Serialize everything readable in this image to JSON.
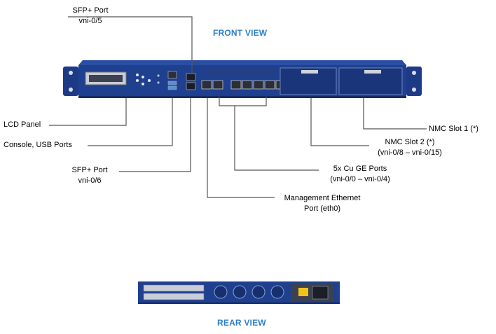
{
  "views": {
    "front": "FRONT VIEW",
    "rear": "REAR VIEW"
  },
  "callouts": {
    "sfp_top": {
      "line1": "SFP+ Port",
      "line2": "vni-0/5"
    },
    "lcd": {
      "line1": "LCD Panel"
    },
    "console": {
      "line1": "Console, USB Ports"
    },
    "sfp_bottom": {
      "line1": "SFP+ Port",
      "line2": "vni-0/6"
    },
    "mgmt": {
      "line1": "Management Ethernet",
      "line2": "Port (eth0)"
    },
    "ge": {
      "line1": "5x Cu GE Ports",
      "line2": "(vni-0/0 – vni-0/4)"
    },
    "nmc2": {
      "line1": "NMC Slot 2 (*)",
      "line2": "(vni-0/8 – vni-0/15)"
    },
    "nmc1": {
      "line1": "NMC Slot 1 (*)"
    }
  },
  "colors": {
    "chassis": "#1f3f8f",
    "chassis_dark": "#16306f",
    "title_blue": "#2e7fc9",
    "leader": "#555555"
  }
}
